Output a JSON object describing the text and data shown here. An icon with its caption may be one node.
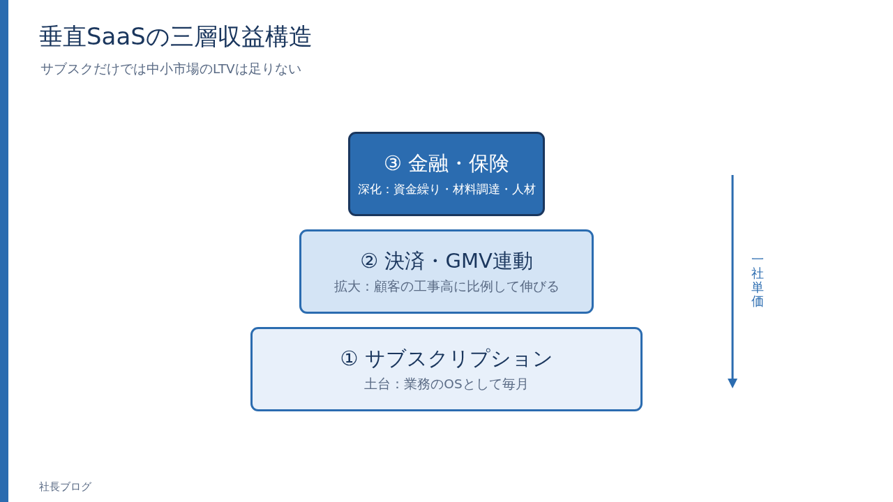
{
  "diagram": {
    "title": "垂直SaaSの三層収益構造",
    "nodes": [
      {
        "text": [
          "③ 金融・保険",
          "深化：資金繰り・材料調達・人材"
        ]
      },
      {
        "text": [
          "② 決済・GMV連動",
          "拡大：顧客の工事高に比例して伸びる"
        ]
      },
      {
        "text": [
          "① サブスクリプション",
          "土台：業務のOSとして毎月"
        ]
      }
    ],
    "labels": [
      "サブスクだけでは中小市場のLTVは足りない",
      "一社単価",
      "社長ブログ"
    ]
  }
}
